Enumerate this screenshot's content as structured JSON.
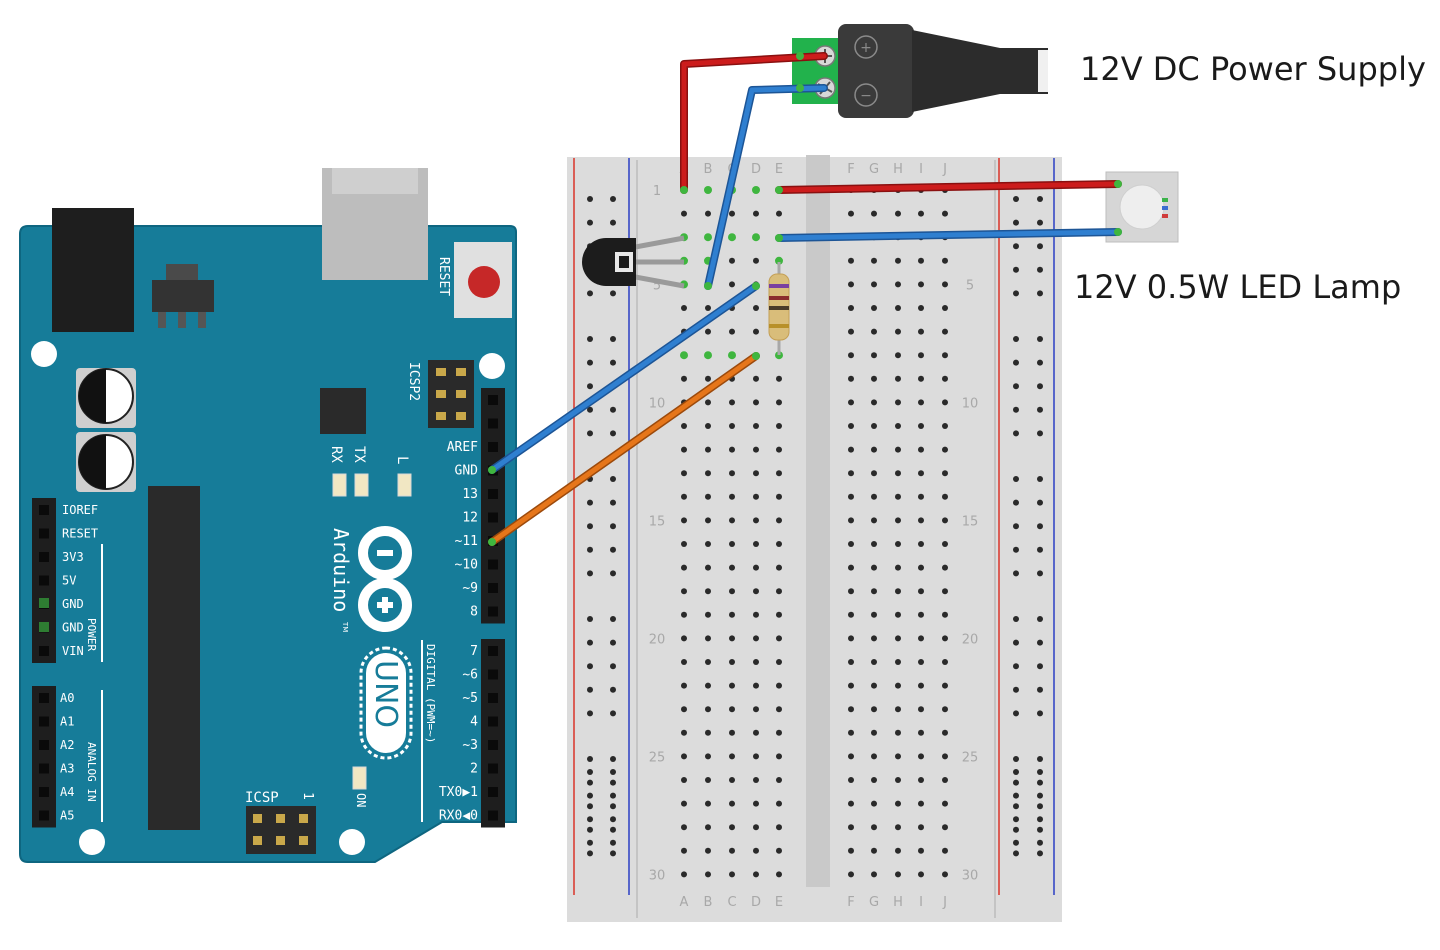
{
  "labels": {
    "power_supply": "12V DC Power Supply",
    "led_lamp": "12V 0.5W LED Lamp"
  },
  "power_jack": {
    "plus": "+",
    "minus": "−"
  },
  "arduino": {
    "reset": "RESET",
    "icsp2": "ICSP2",
    "icsp": "ICSP",
    "icsp_pin1": "1",
    "rx": "RX",
    "tx": "TX",
    "l": "L",
    "on": "ON",
    "brand": "Arduino",
    "tm": "TM",
    "model": "UNO",
    "power_header": "POWER",
    "analog_header": "ANALOG IN",
    "digital_header": "DIGITAL (PWM=~)",
    "power_pins": [
      "IOREF",
      "RESET",
      "3V3",
      "5V",
      "GND",
      "GND",
      "VIN"
    ],
    "analog_pins": [
      "A0",
      "A1",
      "A2",
      "A3",
      "A4",
      "A5"
    ],
    "digital_top": [
      "AREF",
      "GND",
      "13",
      "12",
      "~11",
      "~10",
      "~9",
      "8"
    ],
    "digital_bottom": [
      "7",
      "~6",
      "~5",
      "4",
      "~3",
      "2",
      "TX0▶1",
      "RX0◀0"
    ]
  },
  "breadboard": {
    "cols_left": [
      "A",
      "B",
      "C",
      "D",
      "E"
    ],
    "cols_right": [
      "F",
      "G",
      "H",
      "I",
      "J"
    ],
    "row_numbers": [
      "1",
      "5",
      "10",
      "15",
      "20",
      "25",
      "30"
    ]
  },
  "colors": {
    "board": "#167c99",
    "wire_red": "#cc1c1c",
    "wire_blue": "#2f7fd0",
    "wire_orange": "#e6761a",
    "rail_red": "#d9342a",
    "rail_blue": "#2b3fc4"
  }
}
